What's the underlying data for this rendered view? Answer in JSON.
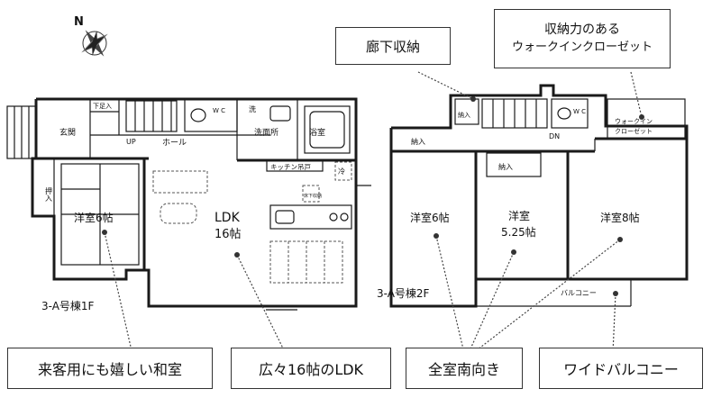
{
  "compass": {
    "north": "N"
  },
  "floor1": {
    "caption": "3-A号棟1F",
    "rooms": {
      "genkan": "玄関",
      "gesoku": "下足入",
      "up": "UP",
      "hall": "ホール",
      "wc": "W C",
      "sen": "洗",
      "senmen": "洗面所",
      "yoku": "浴室",
      "kitchen": "キッチン吊戸",
      "rei": "冷",
      "oshi": "押入",
      "washitsu_line1": "洋室6帖",
      "ldk_line1": "LDK",
      "ldk_line2": "16帖",
      "shunou": "床下収納"
    }
  },
  "floor2": {
    "caption": "3-A号棟2F",
    "rooms": {
      "nyu1": "納入",
      "nyu2": "納入",
      "nyu3": "納入",
      "dn": "DN",
      "wc": "W C",
      "wic_line1": "ウォークイン",
      "wic_line2": "クローゼット",
      "room6": "洋室6帖",
      "room525_line1": "洋室",
      "room525_line2": "5.25帖",
      "room8": "洋室8帖",
      "balcony": "バルコニー"
    }
  },
  "callouts": {
    "hallway_storage": "廊下収納",
    "walkin_line1": "収納力のある",
    "walkin_line2": "ウォークインクローゼット",
    "washitsu": "来客用にも嬉しい和室",
    "ldk": "広々16帖のLDK",
    "south": "全室南向き",
    "balcony": "ワイドバルコニー"
  }
}
